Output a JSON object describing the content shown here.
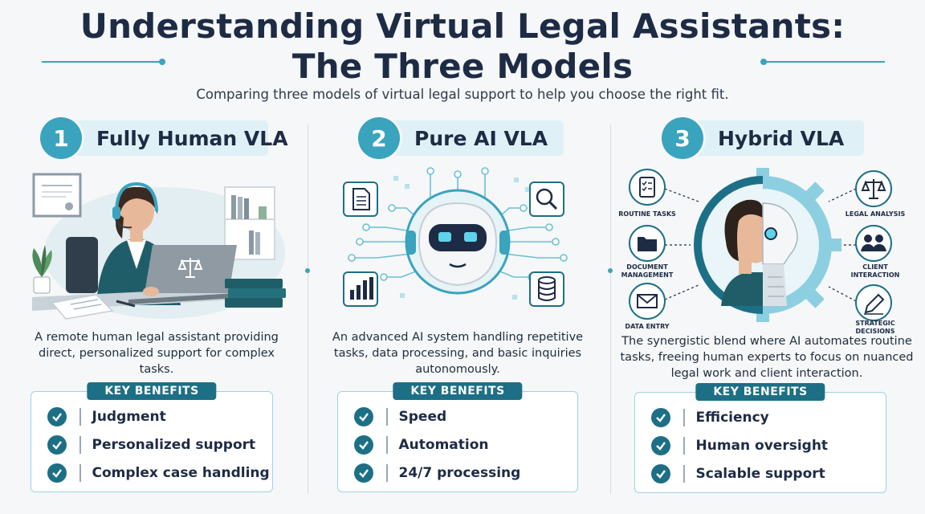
{
  "title": {
    "line1": "Understanding Virtual Legal Assistants:",
    "line2": "The Three Models"
  },
  "subtitle": "Comparing three models of virtual legal support to help you choose the right fit.",
  "colors": {
    "accent": "#3aa3be",
    "dark": "#1d6f86",
    "navy": "#1e2b45",
    "pill": "#dff1f6"
  },
  "models": [
    {
      "number": "1",
      "name": "Fully Human VLA",
      "description": [
        "A remote human legal assistant providing",
        "direct, personalized support for complex tasks."
      ],
      "benefits_label": "KEY BENEFITS",
      "benefits": [
        "Judgment",
        "Personalized support",
        "Complex case handling"
      ]
    },
    {
      "number": "2",
      "name": "Pure AI VLA",
      "description": [
        "An advanced AI system handling repetitive",
        "tasks, data processing, and basic inquiries",
        "autonomously."
      ],
      "benefits_label": "KEY BENEFITS",
      "benefits": [
        "Speed",
        "Automation",
        "24/7 processing"
      ]
    },
    {
      "number": "3",
      "name": "Hybrid VLA",
      "description": [
        "The synergistic blend where AI automates routine",
        "tasks, freeing human experts to focus on nuanced",
        "legal work and client interaction."
      ],
      "benefits_label": "KEY BENEFITS",
      "benefits": [
        "Efficiency",
        "Human oversight",
        "Scalable support"
      ]
    }
  ],
  "hybrid_labels": {
    "routine": "ROUTINE TASKS",
    "document_1": "DOCUMENT",
    "document_2": "MANAGEMENT",
    "data_entry": "DATA ENTRY",
    "legal_analysis": "LEGAL ANALYSIS",
    "client_1": "CLIENT",
    "client_2": "INTERACTION",
    "strategic_1": "STRATEGIC",
    "strategic_2": "DECISIONS"
  },
  "icons": {
    "human": [
      "certificate-icon",
      "headset-icon",
      "laptop-icon",
      "plant-icon",
      "books-icon",
      "scales-icon"
    ],
    "ai": [
      "document-icon",
      "magnifier-icon",
      "bar-chart-icon",
      "database-icon",
      "robot-icon"
    ],
    "hybrid": [
      "clipboard-icon",
      "folder-icon",
      "envelope-icon",
      "scales-icon",
      "people-icon",
      "pen-icon",
      "gear-icon"
    ]
  }
}
